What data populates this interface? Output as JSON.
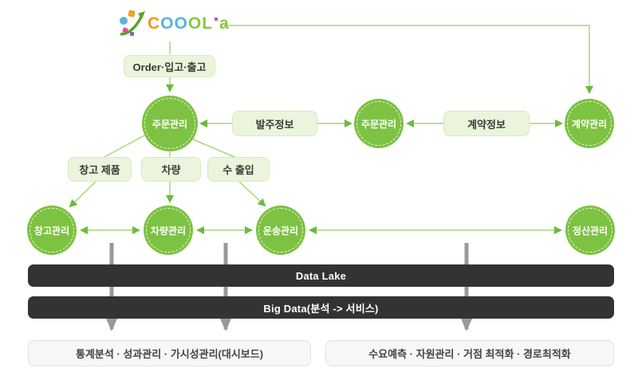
{
  "logo": {
    "name": "COOOLa",
    "letters": [
      "C",
      "O",
      "O",
      "O",
      "L",
      "a"
    ]
  },
  "flow": {
    "order_box": "Order·입고·출고",
    "order_mgmt_1": "주문관리",
    "order_info": "발주정보",
    "order_mgmt_2": "주문관리",
    "contract_info": "계약정보",
    "contract_mgmt": "계약관리",
    "warehouse_product": "창고 제품",
    "vehicle": "차량",
    "import_export": "수 출입",
    "warehouse_mgmt": "창고관리",
    "vehicle_mgmt": "차량관리",
    "transport_mgmt": "운송관리",
    "settlement_mgmt": "정산관리"
  },
  "platform": {
    "data_lake": "Data Lake",
    "big_data": "Big Data(분석 -> 서비스)"
  },
  "outputs": {
    "left": "통계분석 · 성과관리 · 가시성관리(대시보드)",
    "right": "수요예측 · 자원관리 · 거점 최적화 · 경로최적화"
  },
  "colors": {
    "node_green": "#7dc242",
    "box_green_bg": "#eaf5dc",
    "box_green_border": "#d6ebbe",
    "line_green": "#a6d77c",
    "arrow_green": "#6cbb3c",
    "bar_dark": "#333333",
    "connector_gray": "#999999",
    "result_box_bg": "#f7f7f7",
    "result_box_border": "#e2e2e2"
  }
}
